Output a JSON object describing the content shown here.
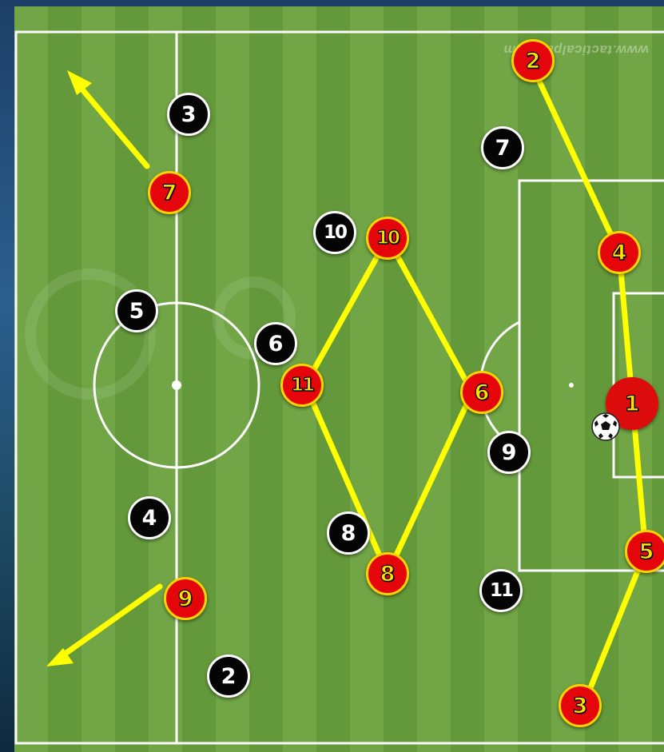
{
  "watermark": "www.tacticalpad.com",
  "colors": {
    "pitch_stripe_a": "#71a546",
    "pitch_stripe_b": "#64993b",
    "lines": "#ffffff",
    "arrow": "#ffff00",
    "home_team": "#e4060b",
    "home_number": "#ffe000",
    "away_team": "#050505",
    "away_number": "#ffffff"
  },
  "red_team": [
    {
      "number": "1",
      "role": "goalkeeper"
    },
    {
      "number": "2"
    },
    {
      "number": "3"
    },
    {
      "number": "4"
    },
    {
      "number": "5"
    },
    {
      "number": "6"
    },
    {
      "number": "7"
    },
    {
      "number": "8"
    },
    {
      "number": "9"
    },
    {
      "number": "10"
    },
    {
      "number": "11"
    }
  ],
  "black_team": [
    {
      "number": "2"
    },
    {
      "number": "3"
    },
    {
      "number": "4"
    },
    {
      "number": "5"
    },
    {
      "number": "6"
    },
    {
      "number": "7"
    },
    {
      "number": "8"
    },
    {
      "number": "9"
    },
    {
      "number": "10"
    },
    {
      "number": "11"
    }
  ],
  "ball": "soccer-ball-icon"
}
